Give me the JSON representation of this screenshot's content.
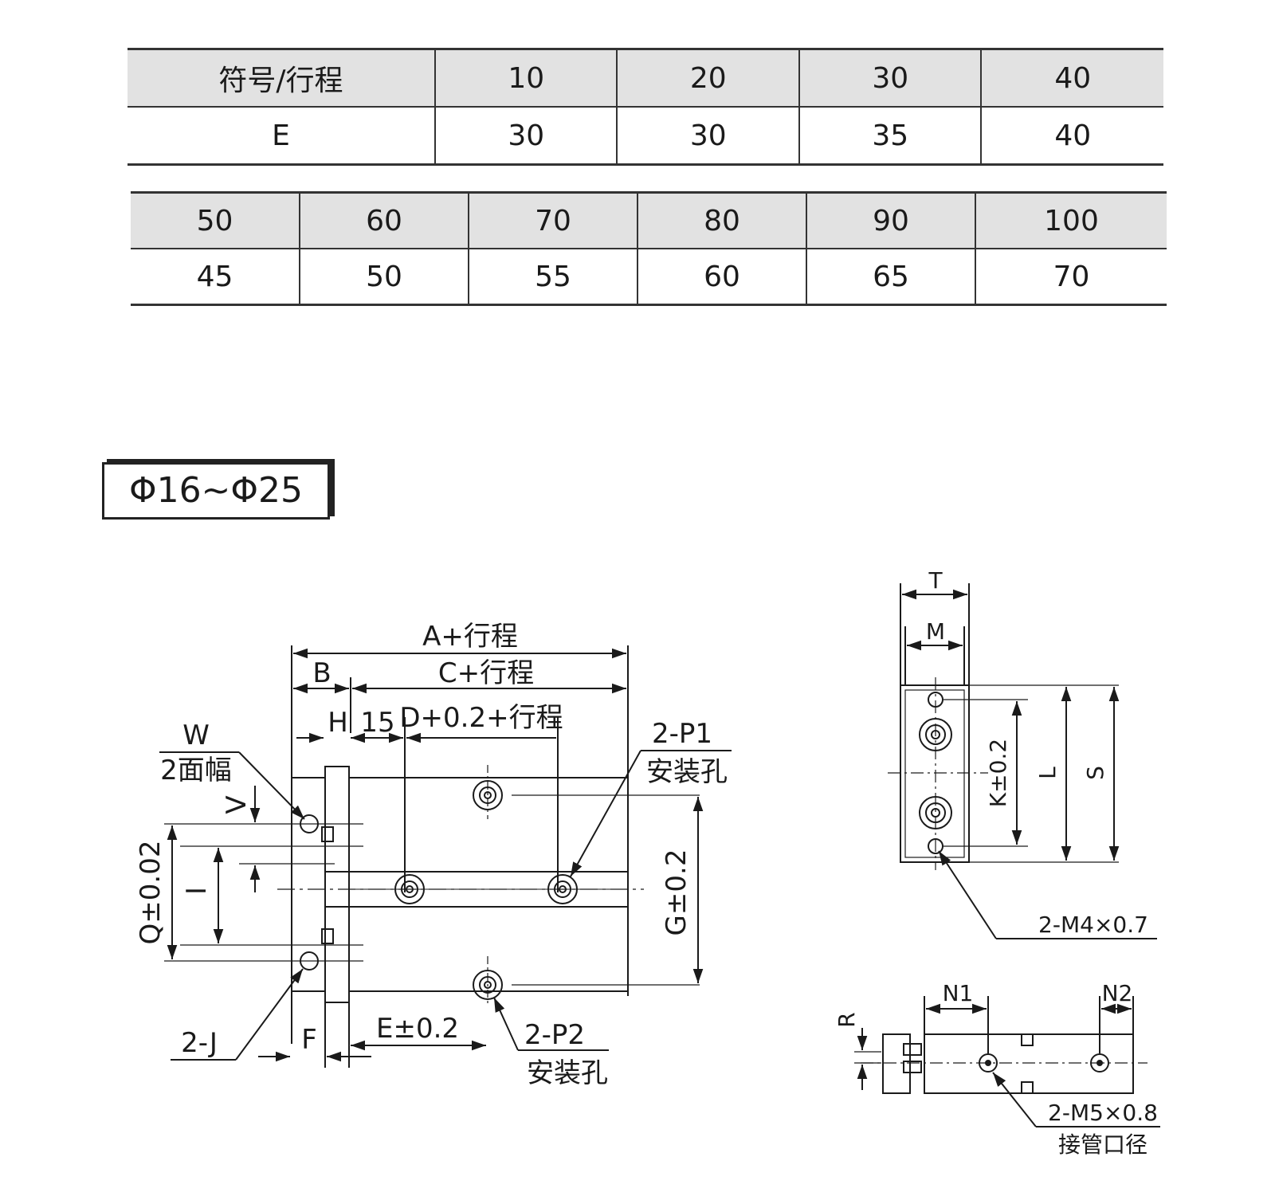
{
  "table1": {
    "header": [
      "符号/行程",
      "10",
      "20",
      "30",
      "40"
    ],
    "row": [
      "E",
      "30",
      "30",
      "35",
      "40"
    ]
  },
  "table2": {
    "header": [
      "50",
      "60",
      "70",
      "80",
      "90",
      "100"
    ],
    "row": [
      "45",
      "50",
      "55",
      "60",
      "65",
      "70"
    ]
  },
  "size_badge": "Φ16~Φ25",
  "labels": {
    "a_stroke": "A+行程",
    "b": "B",
    "c_stroke": "C+行程",
    "h": "H",
    "fifteen": "15",
    "d_stroke": "D+0.2+行程",
    "w": "W",
    "two_face": "2面幅",
    "v": "V",
    "q": "Q±0.02",
    "i": "I",
    "g": "G±0.2",
    "two_p1": "2-P1",
    "mount_hole_1": "安装孔",
    "two_j": "2-J",
    "f": "F",
    "e": "E±0.2",
    "two_p2": "2-P2",
    "mount_hole_2": "安装孔",
    "t": "T",
    "m": "M",
    "k": "K±0.2",
    "l": "L",
    "s": "S",
    "m4": "2-M4×0.7",
    "n1": "N1",
    "n2": "N2",
    "r": "R",
    "m5": "2-M5×0.8",
    "port": "接管口径"
  }
}
